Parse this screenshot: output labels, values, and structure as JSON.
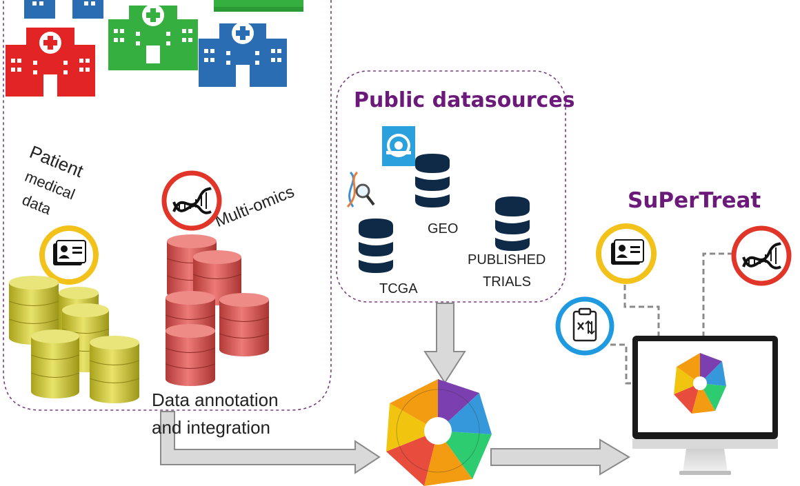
{
  "labels": {
    "patient": "Patient",
    "medical": "medical",
    "data": "data",
    "multiomics": "Multi-omics",
    "public_title": "Public datasources",
    "geo": "GEO",
    "tcga": "TCGA",
    "published": "PUBLISHED",
    "trials": "TRIALS",
    "annotation_line1": "Data annotation",
    "annotation_line2": "and integration",
    "supertreat": "SuPerTreat"
  },
  "colors": {
    "purple_title": "#6b1a7a",
    "dashed_border": "#7a3b80",
    "hospital_blue": "#2a6db3",
    "hospital_red": "#e32424",
    "hospital_green": "#35b040",
    "db_navy": "#0e2a47",
    "db_yellow": "#d9d248",
    "db_red": "#d9534f",
    "ring_yellow": "#f2c21a",
    "ring_red": "#e2352a",
    "ring_blue": "#1f9ae0",
    "arrow_fill": "#d9d9d9",
    "arrow_stroke": "#8a8a8a",
    "puzzle": [
      "#7b3fb0",
      "#f39c12",
      "#e74c3c",
      "#2ecc71",
      "#3498db",
      "#f1c40f"
    ]
  },
  "icons": [
    "hospital-icon",
    "patient-card-icon",
    "dna-icon",
    "database-icon",
    "mri-scanner-icon",
    "dna-magnifier-icon",
    "clipboard-icon",
    "puzzle-gear-icon",
    "monitor-icon"
  ]
}
